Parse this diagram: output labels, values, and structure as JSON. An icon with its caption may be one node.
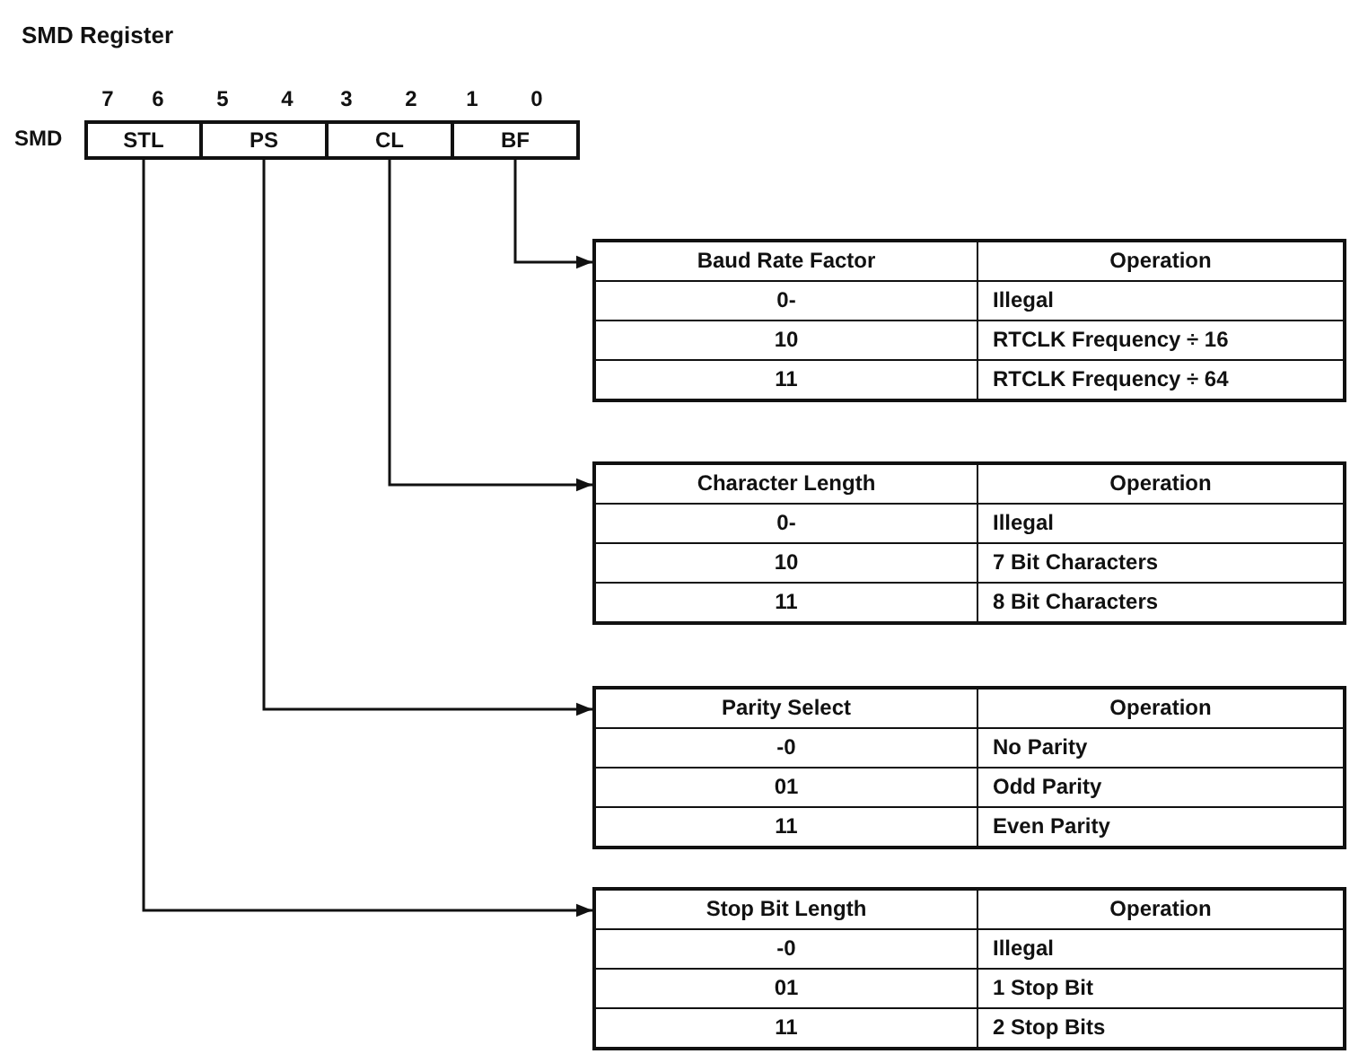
{
  "diagram": {
    "title": "SMD Register",
    "nodes": [
      {
        "text": [
          "STL"
        ]
      },
      {
        "text": [
          "PS"
        ]
      },
      {
        "text": [
          "CL"
        ]
      },
      {
        "text": [
          "BF"
        ]
      },
      {
        "text": [
          "Baud Rate Factor",
          "Operation",
          "0-",
          "Illegal",
          "10",
          "RTCLK Frequency ÷ 16",
          "11",
          "RTCLK Frequency ÷ 64"
        ]
      },
      {
        "text": [
          "Character Length",
          "Operation",
          "0-",
          "Illegal",
          "10",
          "7 Bit Characters",
          "11",
          "8 Bit Characters"
        ]
      },
      {
        "text": [
          "Parity Select",
          "Operation",
          "-0",
          "No Parity",
          "01",
          "Odd Parity",
          "11",
          "Even Parity"
        ]
      },
      {
        "text": [
          "Stop Bit Length",
          "Operation",
          "-0",
          "Illegal",
          "01",
          "1 Stop Bit",
          "11",
          "2 Stop Bits"
        ]
      }
    ],
    "edges": [
      {
        "from": 3,
        "to": 4,
        "arrow": "to"
      },
      {
        "from": 2,
        "to": 5,
        "arrow": "to"
      },
      {
        "from": 1,
        "to": 6,
        "arrow": "to"
      },
      {
        "from": 0,
        "to": 7,
        "arrow": "to"
      }
    ],
    "labels": [
      "7",
      "6",
      "5",
      "4",
      "3",
      "2",
      "1",
      "0",
      "SMD"
    ]
  }
}
